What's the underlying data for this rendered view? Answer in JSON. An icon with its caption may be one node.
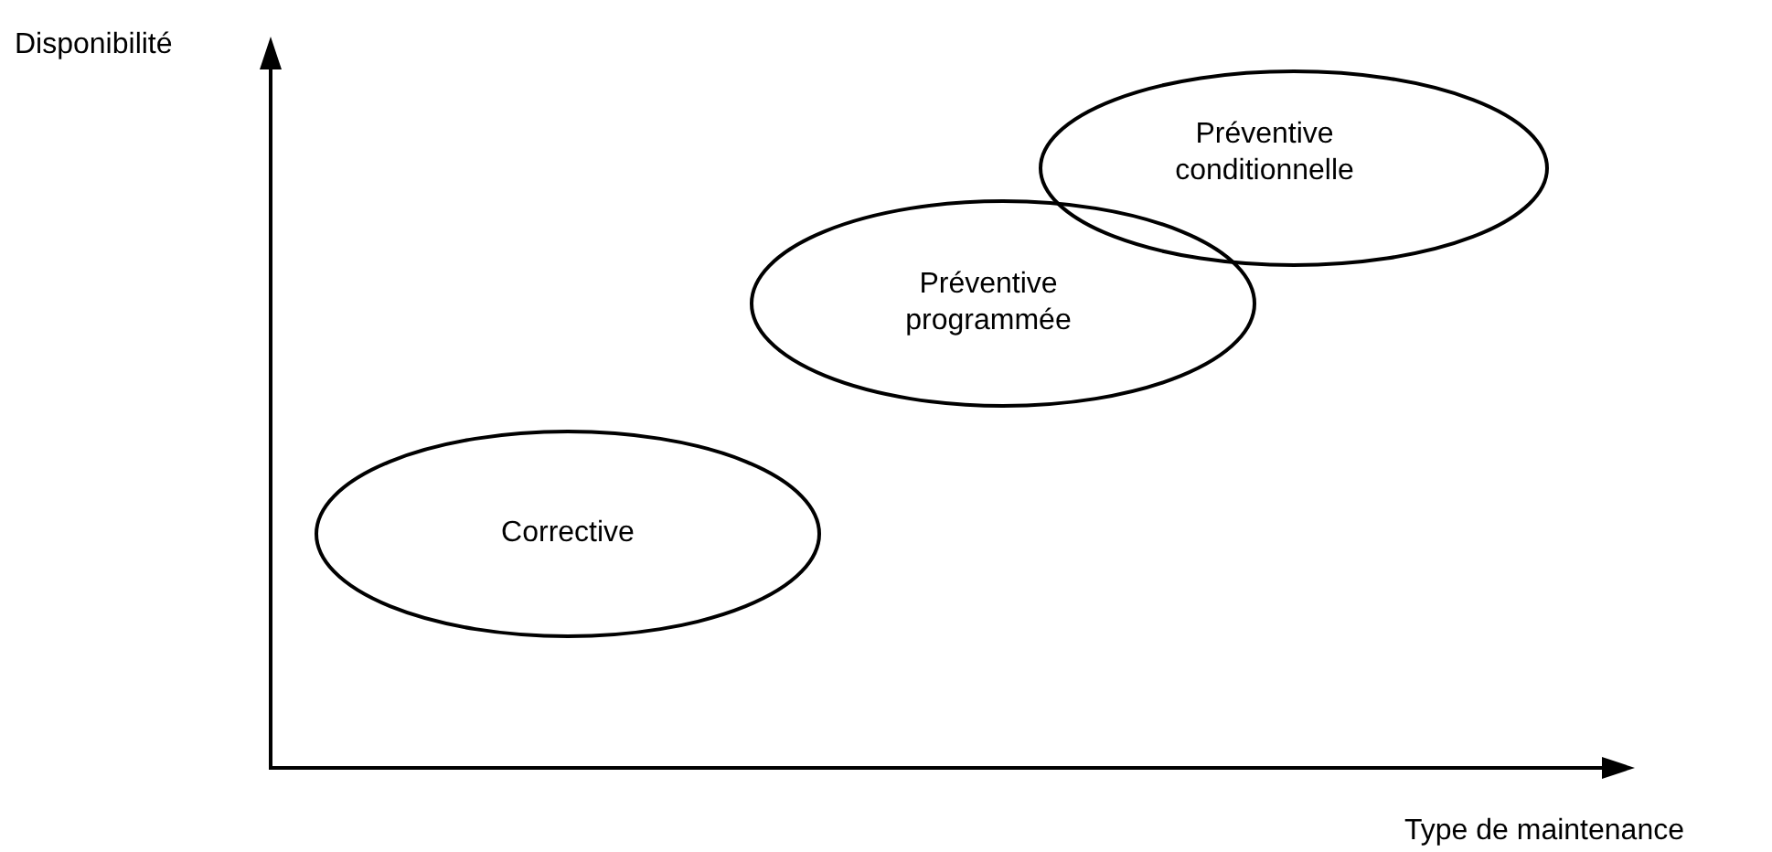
{
  "diagram": {
    "nodes": [
      {
        "text": [
          "Corrective"
        ]
      },
      {
        "text": [
          "Préventive programmée"
        ]
      },
      {
        "text": [
          "Préventive conditionnelle"
        ]
      }
    ],
    "labels": [
      "Disponibilité",
      "Type de maintenance"
    ]
  }
}
